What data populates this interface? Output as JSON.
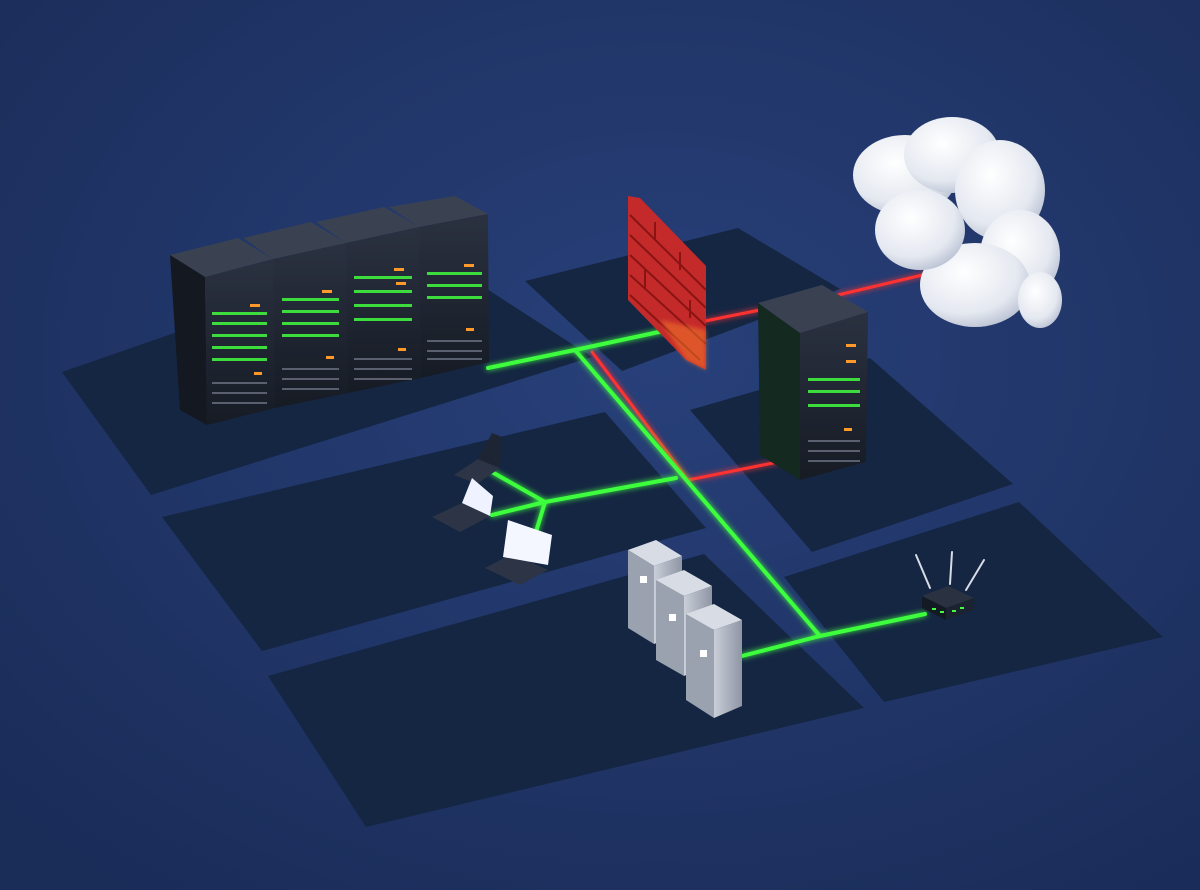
{
  "scene": {
    "kind": "isometric-3d-illustration",
    "background_color": "#1f3466",
    "panel_color": "#152746",
    "link_colors": {
      "trusted": "#39ff3c",
      "untrusted": "#ff2a2a"
    }
  },
  "objects": [
    {
      "id": "server-rack-row",
      "label": "",
      "count": 4,
      "icon": "server-rack-icon"
    },
    {
      "id": "firewall",
      "label": "",
      "icon": "brick-wall-icon"
    },
    {
      "id": "cloud",
      "label": "",
      "icon": "cloud-icon"
    },
    {
      "id": "standalone-server",
      "label": "",
      "icon": "server-rack-icon"
    },
    {
      "id": "laptops",
      "label": "",
      "count": 3,
      "icon": "laptop-icon"
    },
    {
      "id": "printers",
      "label": "",
      "count": 3,
      "icon": "printer-icon"
    },
    {
      "id": "router",
      "label": "",
      "icon": "wifi-router-icon"
    }
  ]
}
